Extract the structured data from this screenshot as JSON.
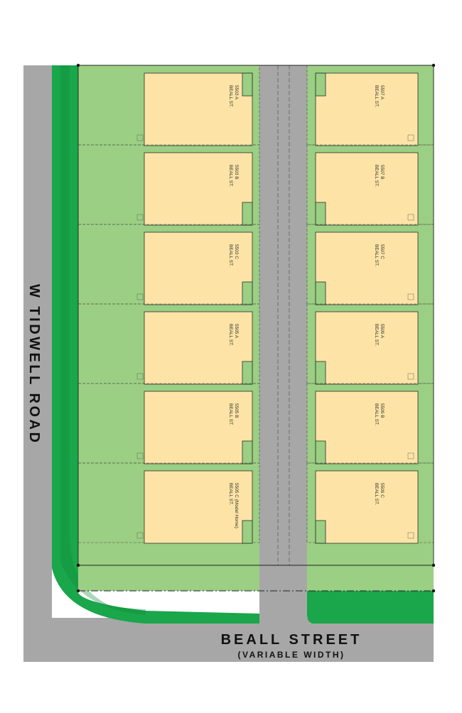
{
  "colors": {
    "road": "#a7a7a8",
    "lawn": "#9bcf83",
    "greenbelt": "#1aa64a",
    "greenbelt_dark": "#0e8a3a",
    "house": "#fde4a6",
    "outline": "#2b2b2b"
  },
  "roads": {
    "side": "W TIDWELL ROAD",
    "front": "BEALL STREET",
    "front_note": "(VARIABLE WIDTH)"
  },
  "lots": {
    "left": [
      {
        "unit": "5503 A",
        "street": "BEALL ST."
      },
      {
        "unit": "5503 B",
        "street": "BEALL ST."
      },
      {
        "unit": "5503 C",
        "street": "BEALL ST."
      },
      {
        "unit": "5505 A",
        "street": "BEALL ST."
      },
      {
        "unit": "5505 B",
        "street": "BEALL ST."
      },
      {
        "unit": "5505 C (Model Home)",
        "street": "BEALL ST."
      }
    ],
    "right": [
      {
        "unit": "5507 A",
        "street": "BEALL ST."
      },
      {
        "unit": "5507 B",
        "street": "BEALL ST."
      },
      {
        "unit": "5507 C",
        "street": "BEALL ST."
      },
      {
        "unit": "5509 A",
        "street": "BEALL ST."
      },
      {
        "unit": "5509 B",
        "street": "BEALL ST."
      },
      {
        "unit": "5509 C",
        "street": "BEALL ST."
      }
    ]
  }
}
